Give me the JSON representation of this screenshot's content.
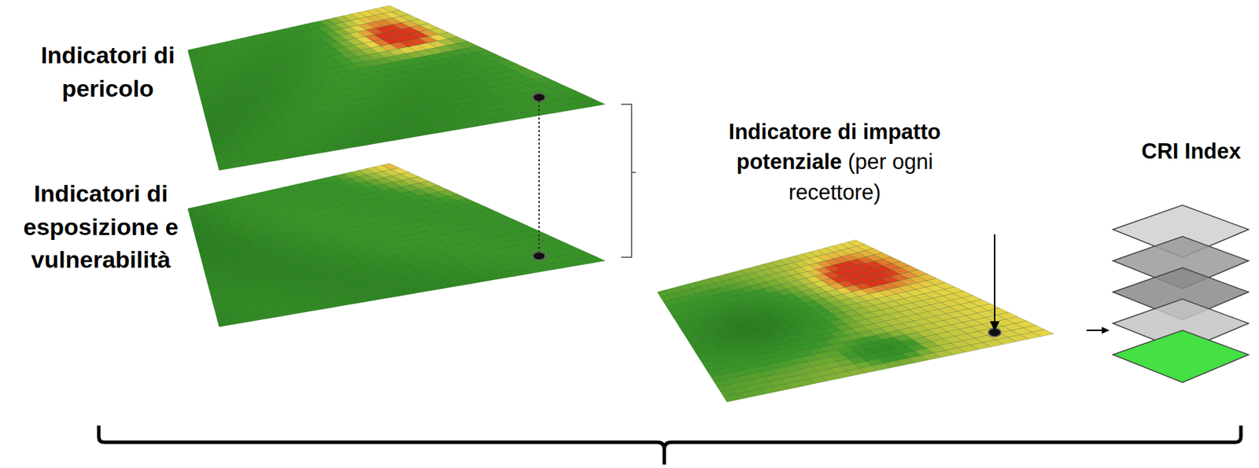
{
  "diagram": {
    "labels": [
      "Indicatori di pericolo",
      "Indicatori di esposizione e vulnerabilità",
      "Indicatore di impatto potenziale",
      "(per ogni recettore)",
      "CRI Index"
    ]
  }
}
